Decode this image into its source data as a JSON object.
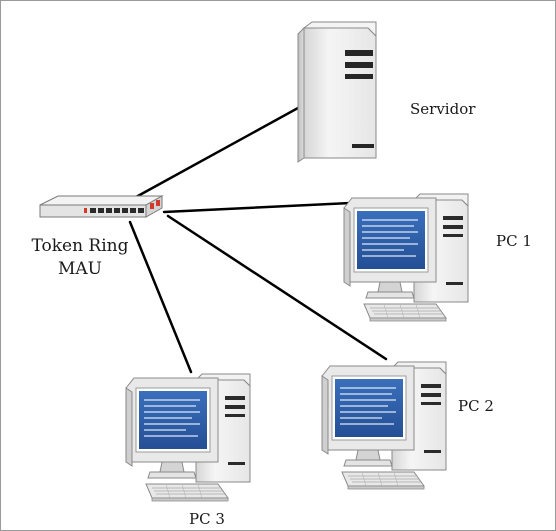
{
  "nodes": {
    "servidor": "Servidor",
    "mau_line1": "Token Ring",
    "mau_line2": "MAU",
    "pc1": "PC 1",
    "pc2": "PC 2",
    "pc3": "PC 3"
  },
  "colors": {
    "link": "#000000",
    "tower": "#efefef",
    "tower_shade": "#c8c8c8",
    "screen": "#2d5fa8",
    "screen_text": "#dde8f7",
    "port_accent": "#d23a2a"
  },
  "icons": [
    "server-tower-icon",
    "network-switch-icon",
    "desktop-pc-icon"
  ]
}
